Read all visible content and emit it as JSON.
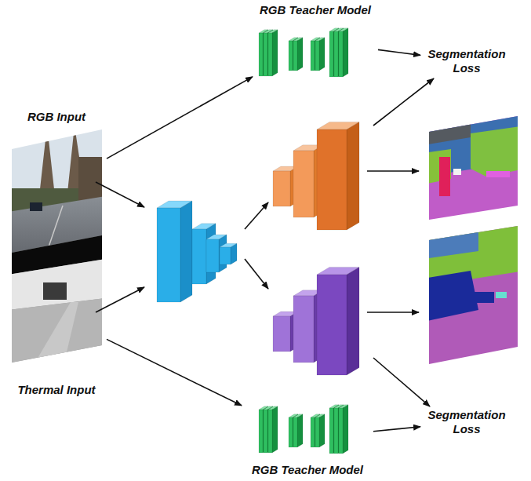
{
  "diagram": {
    "nodes": [
      {
        "text": [
          "RGB Teacher Model"
        ]
      },
      {
        "text": [
          "RGB Input"
        ]
      },
      {
        "text": [
          "Segmentation Loss"
        ]
      },
      {
        "text": [
          "Segmentation Loss"
        ]
      },
      {
        "text": [
          "Thermal Input"
        ]
      },
      {
        "text": [
          "RGB Teacher Model"
        ]
      }
    ],
    "edges": [
      {
        "from": 1,
        "to": 0,
        "arrow": "to"
      },
      {
        "from": 0,
        "to": 2,
        "arrow": "to"
      },
      {
        "from": 4,
        "to": 5,
        "arrow": "to"
      },
      {
        "from": 5,
        "to": 3,
        "arrow": "to"
      }
    ]
  }
}
